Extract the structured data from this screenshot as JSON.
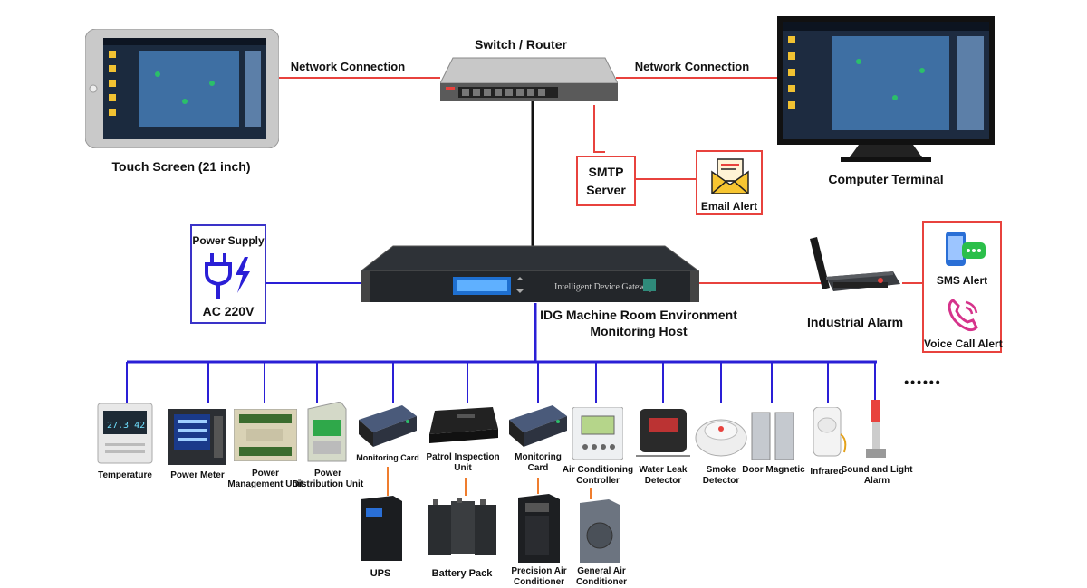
{
  "center": {
    "switch_label": "Switch / Router",
    "host_title_line1": "IDG Machine Room Environment",
    "host_title_line2": "Monitoring Host",
    "gateway_text": "Intelligent Device Gateway"
  },
  "connections": {
    "left": "Network Connection",
    "right": "Network Connection"
  },
  "terminals": {
    "touch_screen": "Touch Screen (21 inch)",
    "computer_terminal": "Computer Terminal"
  },
  "smtp": {
    "line1": "SMTP",
    "line2": "Server"
  },
  "email_alert": "Email Alert",
  "power": {
    "title": "Power Supply",
    "value": "AC 220V"
  },
  "alarm": {
    "industrial": "Industrial Alarm",
    "sms": "SMS Alert",
    "voice": "Voice Call Alert"
  },
  "ellipsis": "••••••",
  "devices": [
    {
      "id": "temperature",
      "label": "Temperature"
    },
    {
      "id": "power-meter",
      "label": "Power Meter"
    },
    {
      "id": "pmu",
      "label": "Power Management Unit"
    },
    {
      "id": "pdu",
      "label": "Power Distribution Unit"
    },
    {
      "id": "monitoring-card-1",
      "label": "Monitoring Card"
    },
    {
      "id": "patrol",
      "label": "Patrol Inspection Unit"
    },
    {
      "id": "monitoring-card-2",
      "label": "Monitoring Card"
    },
    {
      "id": "ac-controller",
      "label": "Air Conditioning Controller"
    },
    {
      "id": "water-leak",
      "label": "Water Leak Detector"
    },
    {
      "id": "smoke",
      "label": "Smoke Detector"
    },
    {
      "id": "door",
      "label": "Door Magnetic"
    },
    {
      "id": "infrared",
      "label": "Infrared"
    },
    {
      "id": "sound-light",
      "label": "Sound and Light Alarm"
    }
  ],
  "sub_devices": [
    {
      "id": "ups",
      "label": "UPS"
    },
    {
      "id": "battery",
      "label": "Battery Pack"
    },
    {
      "id": "precision-ac",
      "label": "Precision Air Conditioner"
    },
    {
      "id": "general-ac",
      "label": "General Air Conditioner"
    }
  ],
  "colors": {
    "bus": "#2a1fd6",
    "red_line": "#e8423d",
    "black_line": "#111111",
    "orange_line": "#ef7d2e"
  }
}
